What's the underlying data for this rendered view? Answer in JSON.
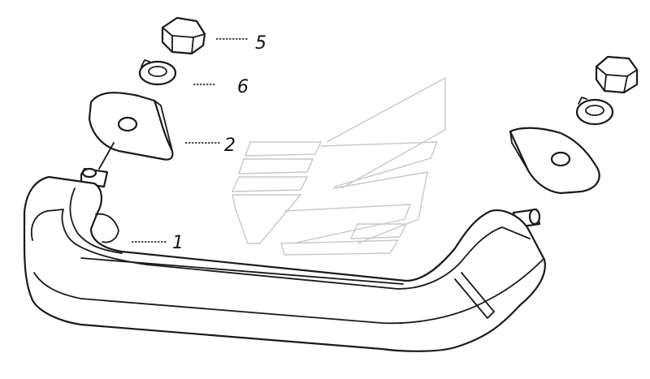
{
  "callouts": [
    {
      "id": "callout-1",
      "label": "1"
    },
    {
      "id": "callout-2",
      "label": "2"
    },
    {
      "id": "callout-5",
      "label": "5"
    },
    {
      "id": "callout-6",
      "label": "6"
    }
  ],
  "parts": {
    "handle": "handle",
    "bracket_left": "bracket",
    "bracket_right": "bracket",
    "nut_left": "hex-nut",
    "nut_right": "hex-nut",
    "washer_left": "spring-washer",
    "washer_right": "spring-washer"
  },
  "colors": {
    "line": "#1a1a1a",
    "watermark": "#c8c8c8",
    "background": "#ffffff"
  }
}
